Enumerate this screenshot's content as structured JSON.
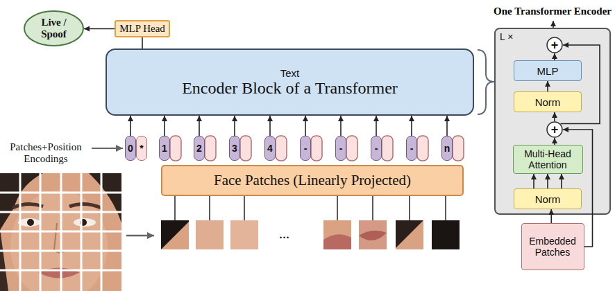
{
  "diagram": {
    "nodes": [
      {
        "text": [
          "Live / Spoof"
        ]
      },
      {
        "text": [
          "MLP Head"
        ]
      },
      {
        "text": [
          "Text",
          "Encoder Block of a Transformer"
        ]
      },
      {
        "text": [
          "0"
        ]
      },
      {
        "text": [
          "*"
        ]
      },
      {
        "text": [
          "1"
        ]
      },
      {
        "text": [
          "2"
        ]
      },
      {
        "text": [
          "3"
        ]
      },
      {
        "text": [
          "4"
        ]
      },
      {
        "text": [
          "-"
        ]
      },
      {
        "text": [
          "-"
        ]
      },
      {
        "text": [
          "-"
        ]
      },
      {
        "text": [
          "-"
        ]
      },
      {
        "text": [
          "n"
        ]
      },
      {
        "text": [
          "Face Patches (Linearly Projected)"
        ]
      },
      {
        "text": [
          "One Transformer Encoder"
        ]
      },
      {
        "text": [
          "+"
        ],
        "in": 15
      },
      {
        "text": [
          "MLP"
        ],
        "in": 15
      },
      {
        "text": [
          "Norm"
        ],
        "in": 15
      },
      {
        "text": [
          "+"
        ],
        "in": 15
      },
      {
        "text": [
          "Multi-Head Attention"
        ],
        "in": 15
      },
      {
        "text": [
          "Norm"
        ],
        "in": 15
      },
      {
        "text": [
          "Embedded Patches"
        ]
      }
    ],
    "edges": [
      {
        "from": 1,
        "to": 0,
        "arrow": "to"
      },
      {
        "from": 2,
        "to": 1,
        "arrow": "none"
      },
      {
        "from": 3,
        "to": 2,
        "arrow": "to"
      },
      {
        "from": 5,
        "to": 2,
        "arrow": "to"
      },
      {
        "from": 6,
        "to": 2,
        "arrow": "to"
      },
      {
        "from": 7,
        "to": 2,
        "arrow": "to"
      },
      {
        "from": 8,
        "to": 2,
        "arrow": "to"
      },
      {
        "from": 9,
        "to": 2,
        "arrow": "to"
      },
      {
        "from": 10,
        "to": 2,
        "arrow": "to"
      },
      {
        "from": 11,
        "to": 2,
        "arrow": "to"
      },
      {
        "from": 12,
        "to": 2,
        "arrow": "to"
      },
      {
        "from": 13,
        "to": 2,
        "arrow": "to"
      },
      {
        "from": 22,
        "to": 21,
        "arrow": "to"
      },
      {
        "from": 21,
        "to": 20,
        "arrow": "to"
      },
      {
        "from": 20,
        "to": 19,
        "arrow": "to"
      },
      {
        "from": 22,
        "to": 19,
        "arrow": "to"
      },
      {
        "from": 19,
        "to": 18,
        "arrow": "to"
      },
      {
        "from": 18,
        "to": 17,
        "arrow": "to"
      },
      {
        "from": 17,
        "to": 16,
        "arrow": "to"
      },
      {
        "from": 19,
        "to": 16,
        "arrow": "to"
      }
    ],
    "labels": [
      "Patches+Position Encodings",
      "L ×",
      "..."
    ]
  }
}
